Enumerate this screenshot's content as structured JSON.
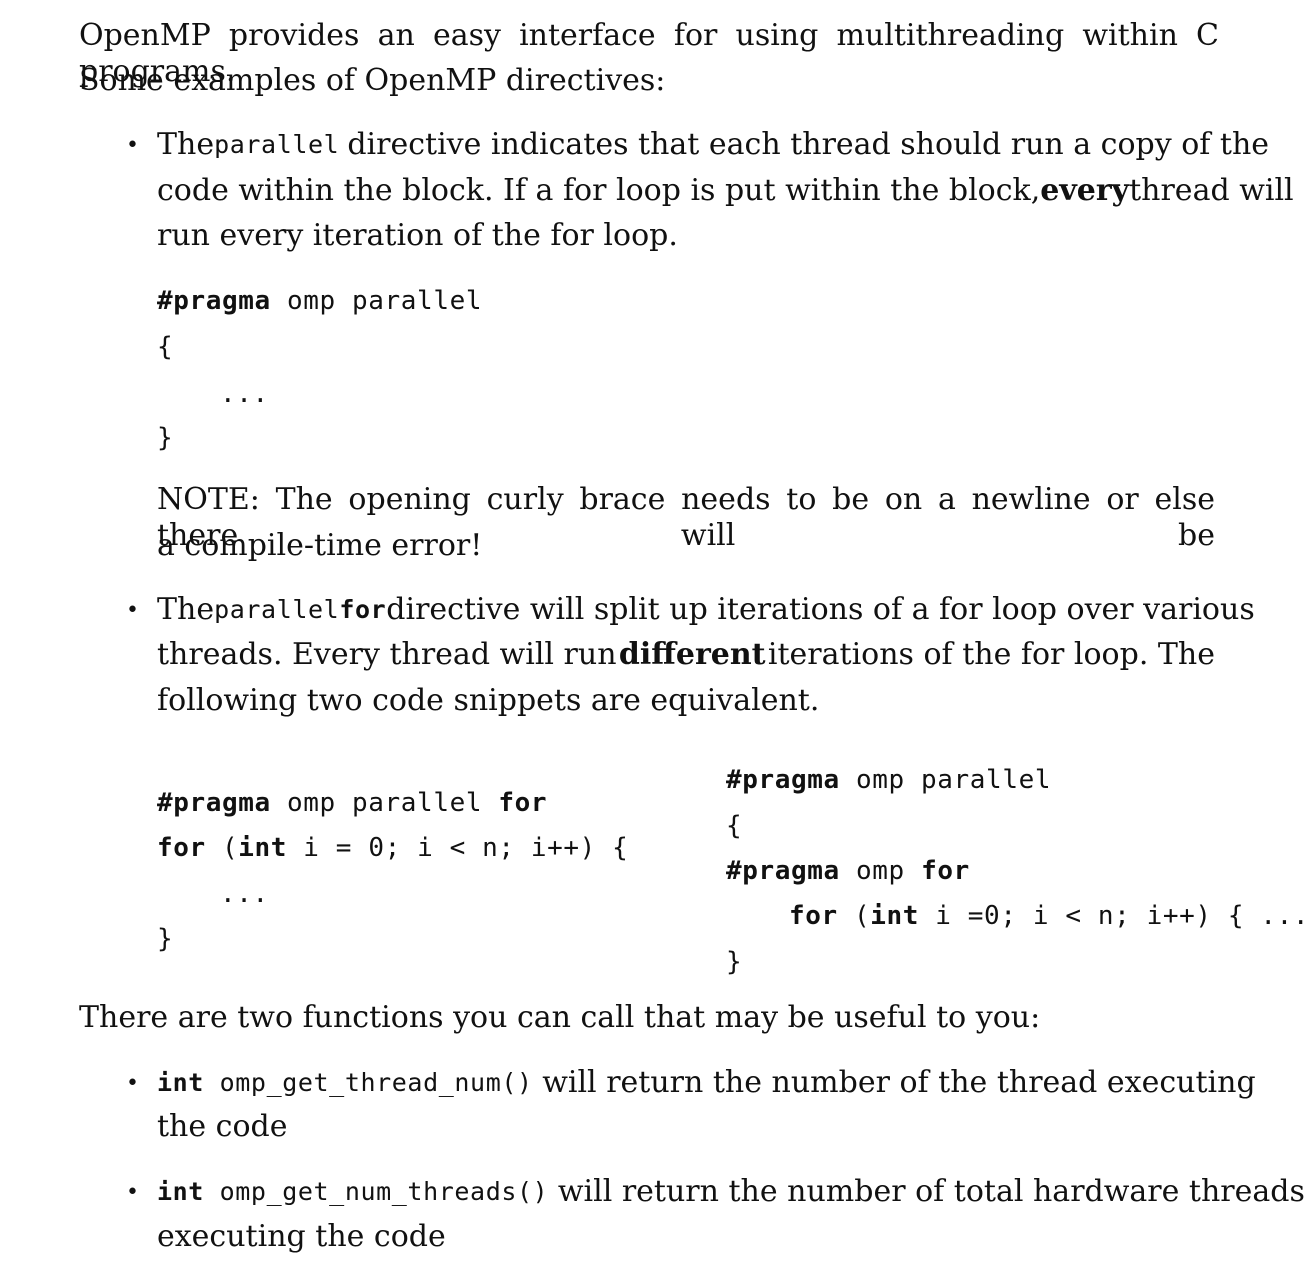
{
  "intro": {
    "line1": "OpenMP provides an easy interface for using multithreading within C programs.",
    "line2": "Some examples of OpenMP directives:"
  },
  "bullet_glyph": "•",
  "item1": {
    "t_the": "The",
    "t_code": "parallel",
    "t_rest1": "directive indicates that each thread should run a copy of the",
    "t_line2a": "code within the block. If a for loop is put within the block,",
    "t_bold": "every",
    "t_line2b": "thread will",
    "t_line3": "run every iteration of the for loop.",
    "code": {
      "pragma_kw": "#pragma",
      "pragma_rest": " omp parallel",
      "open": "{",
      "ellipsis": "...",
      "close": "}"
    },
    "note1": "NOTE: The opening curly brace needs to be on a newline or else there will be",
    "note2": "a compile-time error!"
  },
  "item2": {
    "t_the": "The",
    "t_code1": "parallel",
    "t_code2": "for",
    "t_rest1": "directive will split up iterations of a for loop over various",
    "t_line2a": "threads.  Every thread will run",
    "t_bold": "different",
    "t_line2b": "iterations of the for loop.  The",
    "t_line3": "following two code snippets are equivalent.",
    "left_code": {
      "pragma_kw": "#pragma",
      "pragma_mid": " omp parallel ",
      "pragma_for": "for",
      "for_kw": "for",
      "paren": " (",
      "int_kw": "int",
      "loop_rest": " i = 0; i < n; i++) {",
      "ellipsis": "...",
      "close": "}"
    },
    "right_code": {
      "pragma_kw": "#pragma",
      "pragma_rest": " omp parallel",
      "open": "{",
      "pragma2_kw": "#pragma",
      "pragma2_mid": " omp ",
      "pragma2_for": "for",
      "for_kw": "for",
      "paren": " (",
      "int_kw": "int",
      "loop_rest": " i =0; i < n; i++) { ...",
      "close": "}"
    }
  },
  "functions": {
    "intro": "There are two functions you can call that may be useful to you:",
    "f1_type": "int",
    "f1_name": " omp_get_thread_num()",
    "f1_desc": " will return the number of the thread executing",
    "f1_desc2": "the code",
    "f2_type": "int",
    "f2_name": " omp_get_num_threads()",
    "f2_desc": " will return the number of total hardware threads",
    "f2_desc2": "executing the code"
  }
}
